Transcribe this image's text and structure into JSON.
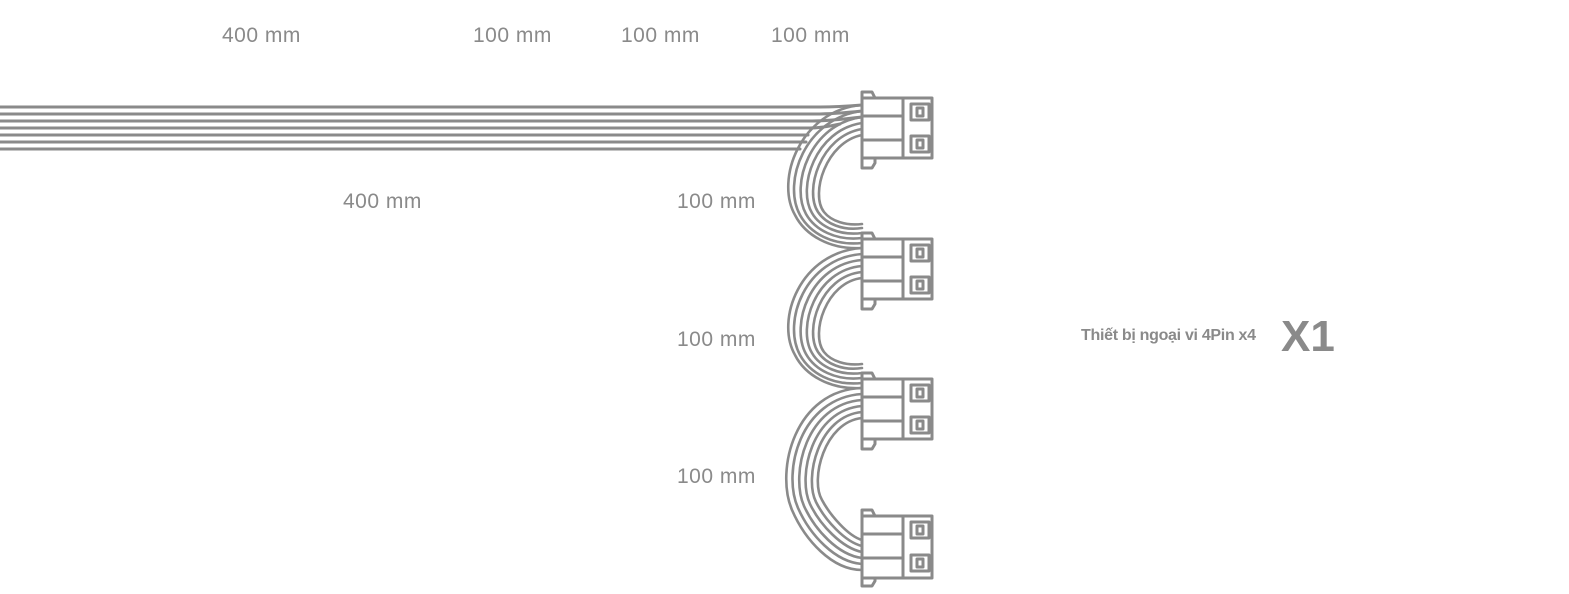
{
  "top_labels": [
    "400 mm",
    "100 mm",
    "100 mm",
    "100 mm"
  ],
  "side_labels": [
    "400 mm",
    "100 mm",
    "100 mm",
    "100 mm"
  ],
  "product": {
    "name": "Thiết bị ngoại vi 4Pin x4",
    "quantity": "X1"
  },
  "colors": {
    "line": "#8a8a8a",
    "text": "#8a8a8a",
    "background": "#ffffff"
  },
  "connector_icon": "molex-4pin-connector-icon"
}
